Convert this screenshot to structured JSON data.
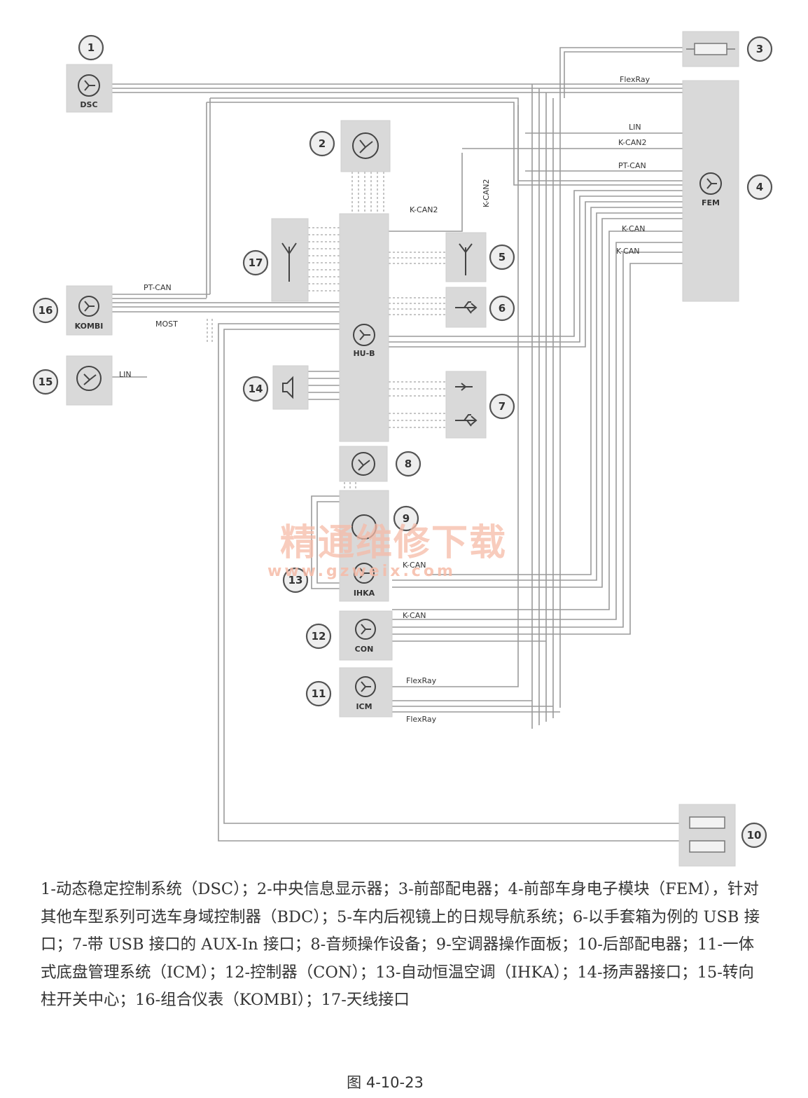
{
  "diagram": {
    "modules": {
      "dsc": "DSC",
      "fem": "FEM",
      "hub": "HU-B",
      "kombi": "KOMBI",
      "ihka": "IHKA",
      "con": "CON",
      "icm": "ICM"
    },
    "callouts": [
      "1",
      "2",
      "3",
      "4",
      "5",
      "6",
      "7",
      "8",
      "9",
      "10",
      "11",
      "12",
      "13",
      "14",
      "15",
      "16",
      "17"
    ],
    "bus_labels": {
      "flexray_top": "FlexRay",
      "lin_fem": "LIN",
      "kcan2_fem": "K-CAN2",
      "ptcan_fem": "PT-CAN",
      "kcan2_vertical": "K-CAN2",
      "kcan2_hub": "K-CAN2",
      "kcan_fem_1": "K-CAN",
      "kcan_fem_2": "K-CAN",
      "ptcan_kombi": "PT-CAN",
      "most_kombi": "MOST",
      "lin_15": "LIN",
      "kcan_ihka": "K-CAN",
      "kcan_con": "K-CAN",
      "flexray_icm_top": "FlexRay",
      "flexray_icm_bottom": "FlexRay"
    },
    "icons": [
      "network-node-icon",
      "fuse-icon",
      "antenna-icon",
      "speaker-icon",
      "usb-icon",
      "audio-jack-icon"
    ],
    "watermark": {
      "title": "精通维修下载",
      "url": "www.gzweix.com"
    }
  },
  "caption": {
    "text": "1-动态稳定控制系统（DSC）；2-中央信息显示器；3-前部配电器；4-前部车身电子模块（FEM），针对其他车型系列可选车身域控制器（BDC）；5-车内后视镜上的日规导航系统；6-以手套箱为例的 USB 接口；7-带 USB 接口的 AUX-In 接口；8-音频操作设备；9-空调器操作面板；10-后部配电器；11-一体式底盘管理系统（ICM）；12-控制器（CON）；13-自动恒温空调（IHKA）；14-扬声器接口；15-转向柱开关中心；16-组合仪表（KOMBI）；17-天线接口",
    "figure_label": "图 4-10-23"
  }
}
